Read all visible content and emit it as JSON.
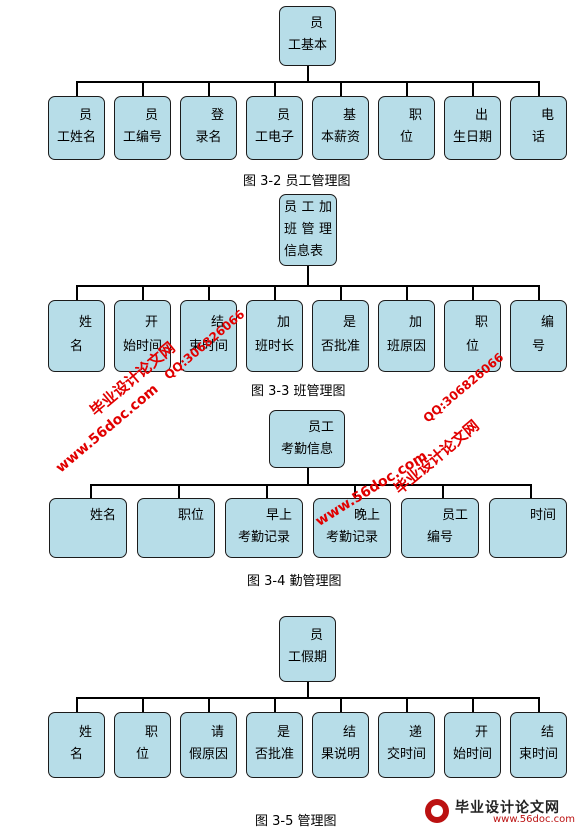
{
  "diagrams": [
    {
      "id": "employee-basic",
      "root": {
        "line1": "员",
        "line2": "工基本"
      },
      "children": [
        {
          "line1": "员",
          "line2": "工姓名"
        },
        {
          "line1": "员",
          "line2": "工编号"
        },
        {
          "line1": "登",
          "line2": "录名"
        },
        {
          "line1": "员",
          "line2": "工电子"
        },
        {
          "line1": "基",
          "line2": "本薪资"
        },
        {
          "line1": "职",
          "line2": "位"
        },
        {
          "line1": "出",
          "line2": "生日期"
        },
        {
          "line1": "电",
          "line2": "话"
        }
      ],
      "caption": "图 3-2 员工管理图"
    },
    {
      "id": "overtime",
      "root": {
        "line1": "员 工 加",
        "line2": "班 管 理",
        "line3": "信息表"
      },
      "children": [
        {
          "line1": "姓",
          "line2": "名"
        },
        {
          "line1": "开",
          "line2": "始时间"
        },
        {
          "line1": "结",
          "line2": "束时间"
        },
        {
          "line1": "加",
          "line2": "班时长"
        },
        {
          "line1": "是",
          "line2": "否批准"
        },
        {
          "line1": "加",
          "line2": "班原因"
        },
        {
          "line1": "职",
          "line2": "位"
        },
        {
          "line1": "编",
          "line2": "号"
        }
      ],
      "caption": "图 3-3 班管理图"
    },
    {
      "id": "attendance",
      "root": {
        "line1": "员工",
        "line2": "考勤信息"
      },
      "children": [
        {
          "line1": "姓名",
          "line2": ""
        },
        {
          "line1": "职位",
          "line2": ""
        },
        {
          "line1": "早上",
          "line2": "考勤记录"
        },
        {
          "line1": "晚上",
          "line2": "考勤记录"
        },
        {
          "line1": "员工",
          "line2": "编号"
        },
        {
          "line1": "时间",
          "line2": ""
        }
      ],
      "caption": "图 3-4 勤管理图"
    },
    {
      "id": "leave",
      "root": {
        "line1": "员",
        "line2": "工假期"
      },
      "children": [
        {
          "line1": "姓",
          "line2": "名"
        },
        {
          "line1": "职",
          "line2": "位"
        },
        {
          "line1": "请",
          "line2": "假原因"
        },
        {
          "line1": "是",
          "line2": "否批准"
        },
        {
          "line1": "结",
          "line2": "果说明"
        },
        {
          "line1": "递",
          "line2": "交时间"
        },
        {
          "line1": "开",
          "line2": "始时间"
        },
        {
          "line1": "结",
          "line2": "束时间"
        }
      ],
      "caption": "图 3-5 管理图"
    }
  ],
  "watermarks": {
    "site": "www.56doc.com",
    "qq": "QQ:306826066",
    "cn": "毕业设计论文网"
  },
  "logo": {
    "name": "毕业设计论文网",
    "url": "www.56doc.com"
  },
  "colors": {
    "box_fill": "#b7dde8",
    "box_border": "#1b1b1b",
    "watermark": "#e10000"
  }
}
